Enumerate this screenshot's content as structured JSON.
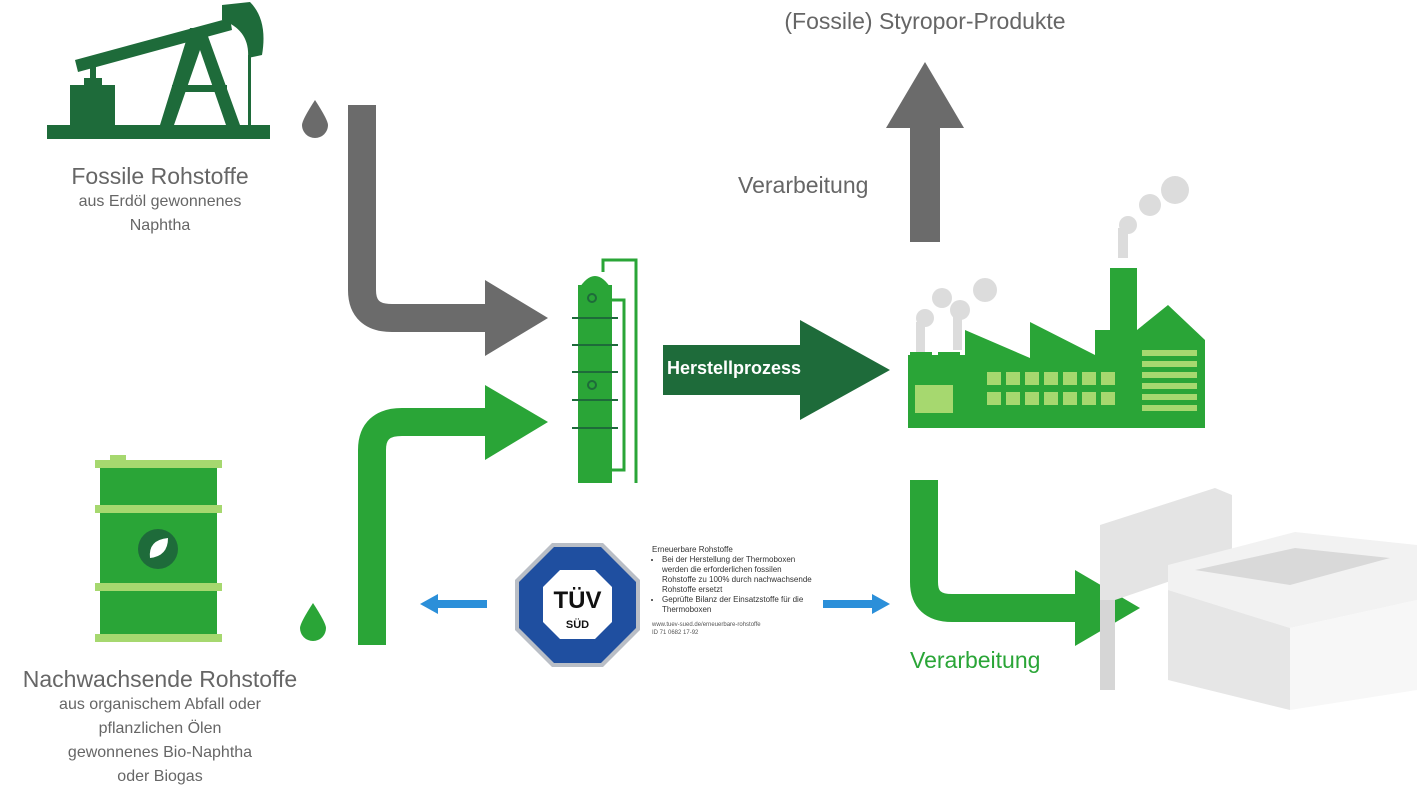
{
  "colors": {
    "gray": "#6b6b6b",
    "green": "#2aa537",
    "dark_green": "#1e6b3a",
    "light_green": "#a6d86f",
    "blue": "#2b8fd9"
  },
  "fossil": {
    "title": "Fossile Rohstoffe",
    "lines": [
      "aus Erdöl gewonnenes",
      "Naphtha"
    ],
    "icon": "oil-pump-icon"
  },
  "renewable": {
    "title": "Nachwachsende Rohstoffe",
    "lines": [
      "aus organischem Abfall oder",
      "pflanzlichen Ölen",
      "gewonnenes Bio-Naphtha",
      "oder Biogas"
    ],
    "icon": "bio-barrel-icon"
  },
  "process": {
    "label": "Herstellprozess"
  },
  "fossil_output": {
    "title": "(Fossile) Styropor-Produkte",
    "step": "Verarbeitung"
  },
  "renewable_output": {
    "step": "Verarbeitung"
  },
  "tuv": {
    "logo": "TÜV SÜD",
    "heading": "Erneuerbare Rohstoffe",
    "bullets": [
      "Bei der Herstellung der Thermoboxen werden die erforderlichen fossilen Rohstoffe zu 100% durch nachwachsende Rohstoffe ersetzt",
      "Geprüfte Bilanz der Einsatzstoffe für die Thermoboxen"
    ],
    "url": "www.tuev-sued.de/erneuerbare-rohstoffe",
    "id": "ID 71 0682 17-92"
  }
}
